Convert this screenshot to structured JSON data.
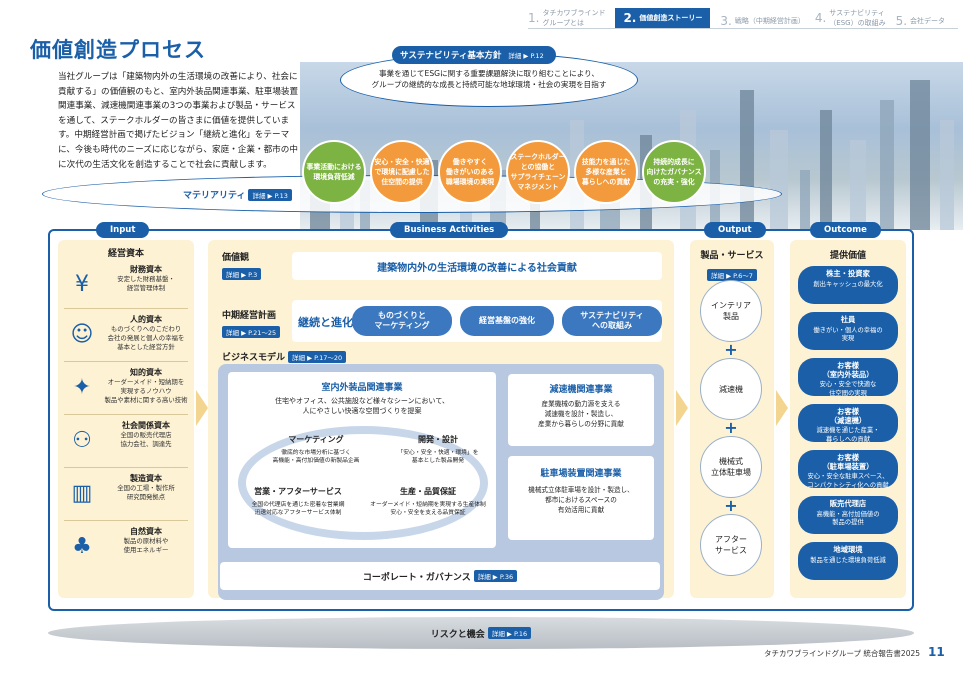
{
  "nav": [
    {
      "num": "1.",
      "label": "タチカワブラインド\nグループとは"
    },
    {
      "num": "2.",
      "label": "価値創造ストーリー"
    },
    {
      "num": "3.",
      "label": "戦略（中期経営計画）"
    },
    {
      "num": "4.",
      "label": "サステナビリティ\n（ESG）の取組み"
    },
    {
      "num": "5.",
      "label": "会社データ"
    }
  ],
  "title": "価値創造プロセス",
  "intro": "当社グループは「建築物内外の生活環境の改善により、社会に貢献する」の価値観のもと、室内外装品関連事業、駐車場装置関連事業、減速機関連事業の3つの事業および製品・サービスを通して、ステークホルダーの皆さまに価値を提供しています。中期経営計画で掲げたビジョン「継続と進化」をテーマに、今後も時代のニーズに応じながら、家庭・企業・都市の中に次代の生活文化を創造することで社会に貢献します。",
  "sustain": {
    "title": "サステナビリティ基本方針",
    "ref": "詳細 ▶ P.12",
    "text": "事業を通じてESGに関する重要課題解決に取り組むことにより、\nグループの継続的な成長と持続可能な地球環境・社会の実現を目指す"
  },
  "materiality": {
    "title": "マテリアリティ",
    "ref": "詳細 ▶ P.13",
    "items": [
      {
        "text": "事業活動における\n環境負荷低減",
        "color": "#7cb342"
      },
      {
        "text": "安心・安全・快適\nで環境に配慮した\n住空間の提供",
        "color": "#f29a3c"
      },
      {
        "text": "働きやすく\n働きがいのある\n職場環境の実現",
        "color": "#f29a3c"
      },
      {
        "text": "ステークホルダー\nとの協働と\nサプライチェーン\nマネジメント",
        "color": "#f29a3c"
      },
      {
        "text": "技能力を通じた\n多様な産業と\n暮らしへの貢献",
        "color": "#f29a3c"
      },
      {
        "text": "持続的成長に\n向けたガバナンス\nの充実・強化",
        "color": "#7cb342"
      }
    ]
  },
  "input": {
    "label": "Input",
    "heading": "経営資本",
    "caps": [
      {
        "icon": "money-icon",
        "glyph": "¥",
        "name": "財務資本",
        "desc": "安定した財務基盤・\n経営管理体制"
      },
      {
        "icon": "people-icon",
        "glyph": "☺",
        "name": "人的資本",
        "desc": "ものづくりへのこだわり\n会社の発展と個人の幸福を\n基本とした経営方針"
      },
      {
        "icon": "bulb-icon",
        "glyph": "✦",
        "name": "知的資本",
        "desc": "オーダーメイド・短納期を\n実現するノウハウ\n製品や素材に関する高い技術"
      },
      {
        "icon": "network-icon",
        "glyph": "⚇",
        "name": "社会関係資本",
        "desc": "全国の販売代理店\n協力会社、調達先"
      },
      {
        "icon": "factory-icon",
        "glyph": "▥",
        "name": "製造資本",
        "desc": "全国の工場・製作所\n研究開発拠点"
      },
      {
        "icon": "tree-icon",
        "glyph": "♣",
        "name": "自然資本",
        "desc": "製品の原材料や\n使用エネルギー"
      }
    ]
  },
  "business": {
    "label": "Business Activities",
    "value_h": "価値観",
    "value_ref": "詳細 ▶ P.3",
    "value_text": "建築物内外の生活環境の改善による社会貢献",
    "plan_h": "中期経営計画",
    "plan_ref": "詳細 ▶ P.21〜25",
    "plan_theme": "継続と進化",
    "plan_items": [
      "ものづくりと\nマーケティング",
      "経営基盤の強化",
      "サステナビリティ\nへの取組み"
    ],
    "model_h": "ビジネスモデル",
    "model_ref": "詳細 ▶ P.17〜20",
    "interior": {
      "title": "室内外装品関連事業",
      "desc": "住宅やオフィス、公共施設など様々なシーンにおいて、\n人にやさしい快適な空間づくりを提案",
      "cycle": [
        {
          "h": "マーケティング",
          "d": "徹底的な市場分析に基づく\n高機能・高付加価値の新製品企画"
        },
        {
          "h": "開発・設計",
          "d": "「安心・安全・快適・環境」を\n基本とした製品開発"
        },
        {
          "h": "営業・アフターサービス",
          "d": "全国の代理店を通じた密着な営業網\n迅速対応なアフターサービス体制"
        },
        {
          "h": "生産・品質保証",
          "d": "オーダーメイド・短納期を実現する生産体制\n安心・安全を支える品質保証"
        }
      ]
    },
    "reducer": {
      "title": "減速機関連事業",
      "desc": "産業機械の動力源を支える\n減速機を設計・製造し、\n産業から暮らしの分野に貢献"
    },
    "parking": {
      "title": "駐車場装置関連事業",
      "desc": "機械式立体駐車場を設計・製造し、\n都市におけるスペースの\n有効活用に貢献"
    },
    "governance": "コーポレート・ガバナンス",
    "gov_ref": "詳細 ▶ P.36"
  },
  "output": {
    "label": "Output",
    "heading": "製品・サービス",
    "ref": "詳細 ▶ P.6〜7",
    "items": [
      "インテリア\n製品",
      "減速機",
      "機械式\n立体駐車場",
      "アフター\nサービス"
    ]
  },
  "outcome": {
    "label": "Outcome",
    "heading": "提供価値",
    "items": [
      {
        "h": "株主・投資家",
        "d": "創出キャッシュの最大化"
      },
      {
        "h": "社員",
        "d": "働きがい・個人の幸福の\n実現"
      },
      {
        "h": "お客様\n（室内外装品）",
        "d": "安心・安全で快適な\n住空間の実現"
      },
      {
        "h": "お客様\n（減速機）",
        "d": "減速機を通じた産業・\n暮らしへの貢献"
      },
      {
        "h": "お客様\n（駐車場装置）",
        "d": "安心・安全な駐車スペース、\nコンパクトシティ化への貢献"
      },
      {
        "h": "販売代理店",
        "d": "高機能・高付加価値の\n製品の提供"
      },
      {
        "h": "地域環境",
        "d": "製品を通じた環境負荷低減"
      }
    ]
  },
  "risk": {
    "label": "リスクと機会",
    "ref": "詳細 ▶ P.16"
  },
  "footer": "タチカワブラインドグループ 統合報告書2025",
  "page": "11"
}
